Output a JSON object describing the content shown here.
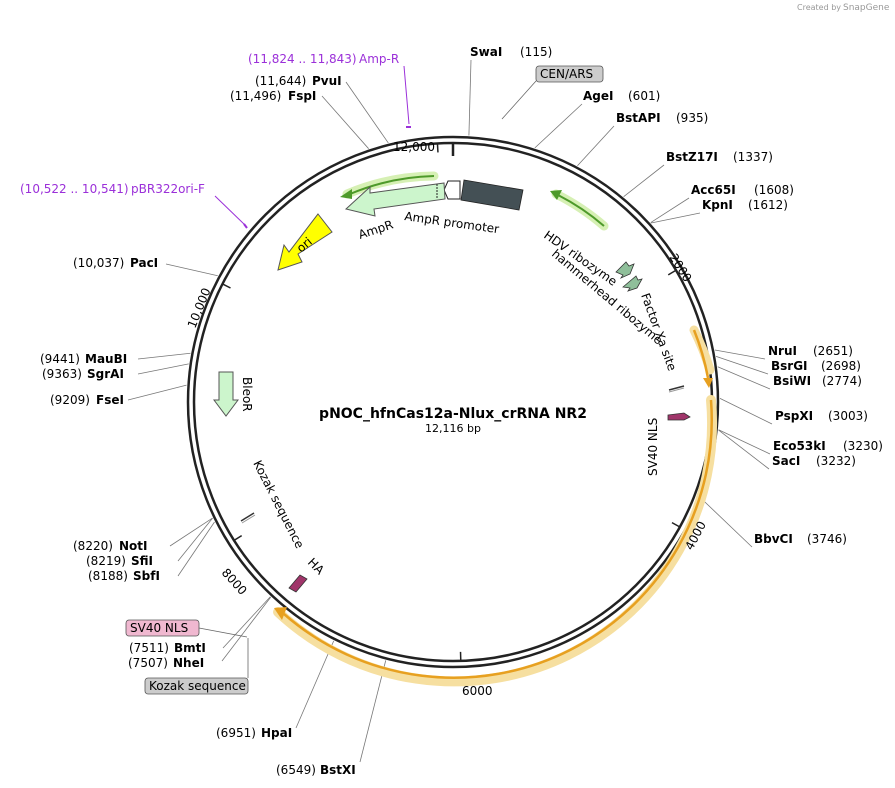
{
  "credit": {
    "prefix": "Created by",
    "brand": "SnapGene"
  },
  "plasmid": {
    "name": "pNOC_hfnCas12a-Nlux_crRNA NR2",
    "length_label": "12,116 bp"
  },
  "ticks": [
    "12,000",
    "2000",
    "4000",
    "6000",
    "8000",
    "10,000"
  ],
  "sites": [
    {
      "name": "SwaI",
      "pos": "(115)"
    },
    {
      "name": "AgeI",
      "pos": "(601)"
    },
    {
      "name": "BstAPI",
      "pos": "(935)"
    },
    {
      "name": "BstZ17I",
      "pos": "(1337)"
    },
    {
      "name": "Acc65I",
      "pos": "(1608)"
    },
    {
      "name": "KpnI",
      "pos": "(1612)"
    },
    {
      "name": "NruI",
      "pos": "(2651)"
    },
    {
      "name": "BsrGI",
      "pos": "(2698)"
    },
    {
      "name": "BsiWI",
      "pos": "(2774)"
    },
    {
      "name": "PspXI",
      "pos": "(3003)"
    },
    {
      "name": "Eco53kI",
      "pos": "(3230)"
    },
    {
      "name": "SacI",
      "pos": "(3232)"
    },
    {
      "name": "BbvCI",
      "pos": "(3746)"
    },
    {
      "name": "BstXI",
      "pos": "(6549)"
    },
    {
      "name": "HpaI",
      "pos": "(6951)"
    },
    {
      "name": "NheI",
      "pos": "(7507)"
    },
    {
      "name": "BmtI",
      "pos": "(7511)"
    },
    {
      "name": "SbfI",
      "pos": "(8188)"
    },
    {
      "name": "SfiI",
      "pos": "(8219)"
    },
    {
      "name": "NotI",
      "pos": "(8220)"
    },
    {
      "name": "FseI",
      "pos": "(9209)"
    },
    {
      "name": "SgrAI",
      "pos": "(9363)"
    },
    {
      "name": "MauBI",
      "pos": "(9441)"
    },
    {
      "name": "PacI",
      "pos": "(10,037)"
    },
    {
      "name": "FspI",
      "pos": "(11,496)"
    },
    {
      "name": "PvuI",
      "pos": "(11,644)"
    }
  ],
  "primers": [
    {
      "name": "Amp-R",
      "range": "(11,824 .. 11,843)"
    },
    {
      "name": "pBR322ori-F",
      "range": "(10,522 .. 10,541)"
    }
  ],
  "boxed_labels": {
    "cen_ars": "CEN/ARS",
    "sv40_nls": "SV40 NLS",
    "kozak": "Kozak sequence"
  },
  "features": {
    "ori": "ori",
    "ampr": "AmpR",
    "ampr_promoter": "AmpR promoter",
    "hdv": "HDV ribozyme",
    "hammerhead": "hammerhead ribozyme",
    "factor_xa": "Factor Xa site",
    "sv40_nls": "SV40 NLS",
    "bleor": "BleoR",
    "kozak": "Kozak sequence",
    "ha": "HA"
  },
  "colors": {
    "backbone": "#222222",
    "orf": "#f0b030",
    "orf_glow": "#f6dfa0",
    "green_arrow": "#6fbf3b",
    "green_glow": "#d6f0b4",
    "ampr_fill": "#ccf5cc",
    "ori_fill": "#ffff00",
    "promoter_fill": "#ffffff",
    "cen_ars_fill": "#445055",
    "primer": "#9b30d9",
    "sv40_fill": "#a0356a",
    "sv40_box": "#f0b8d0",
    "gray_box": "#cccccc"
  }
}
